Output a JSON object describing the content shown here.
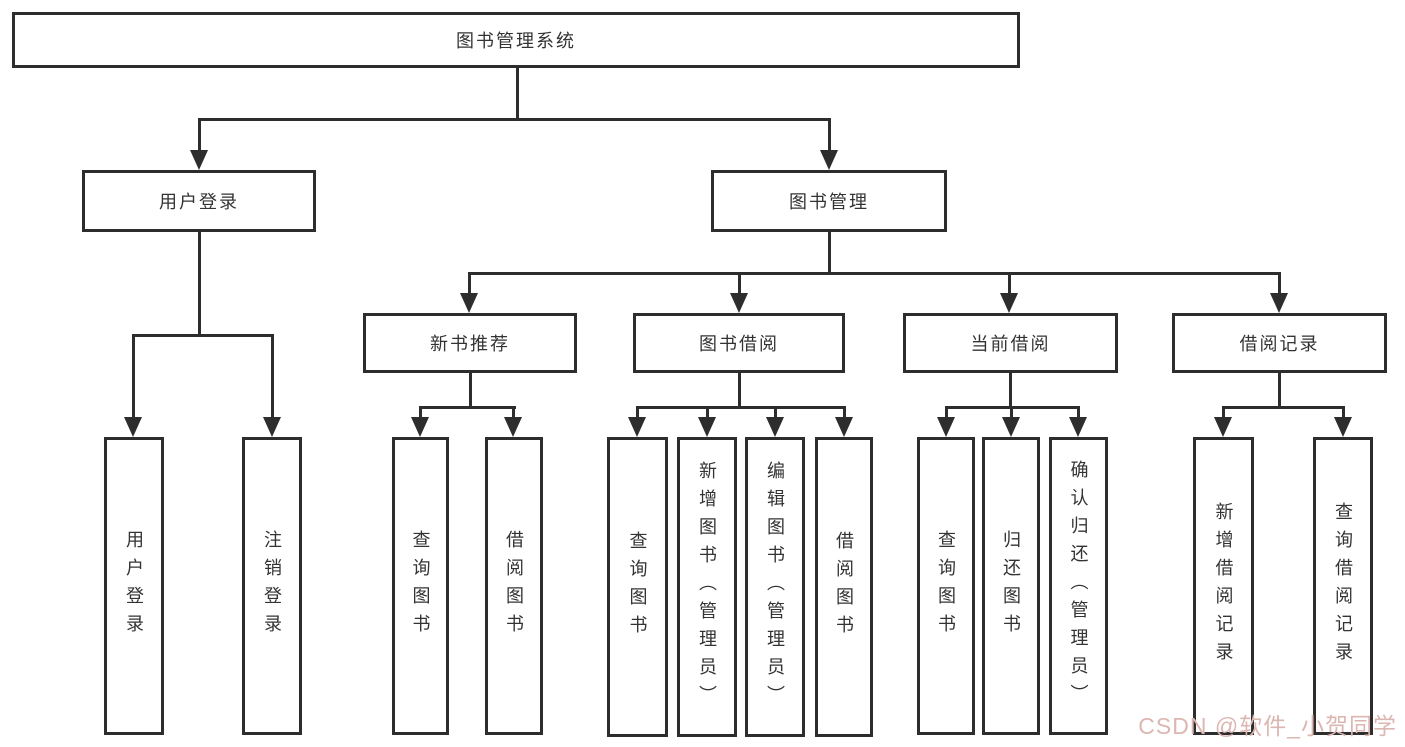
{
  "diagram": {
    "root": {
      "label": "图书管理系统"
    },
    "userLogin": {
      "label": "用户登录",
      "children": [
        {
          "label": "用户登录"
        },
        {
          "label": "注销登录"
        }
      ]
    },
    "bookMgmt": {
      "label": "图书管理",
      "sections": [
        {
          "label": "新书推荐",
          "children": [
            {
              "label": "查询图书"
            },
            {
              "label": "借阅图书"
            }
          ]
        },
        {
          "label": "图书借阅",
          "children": [
            {
              "label": "查询图书"
            },
            {
              "label": "新增图书（管理员）"
            },
            {
              "label": "编辑图书（管理员）"
            },
            {
              "label": "借阅图书"
            }
          ]
        },
        {
          "label": "当前借阅",
          "children": [
            {
              "label": "查询图书"
            },
            {
              "label": "归还图书"
            },
            {
              "label": "确认归还（管理员）"
            }
          ]
        },
        {
          "label": "借阅记录",
          "children": [
            {
              "label": "新增借阅记录"
            },
            {
              "label": "查询借阅记录"
            }
          ]
        }
      ]
    }
  },
  "watermark": {
    "text": "CSDN @软件_小贺同学",
    "color": "#dcb6b1"
  },
  "colors": {
    "line": "#2d2d2d",
    "text": "#333333",
    "background": "#ffffff"
  }
}
